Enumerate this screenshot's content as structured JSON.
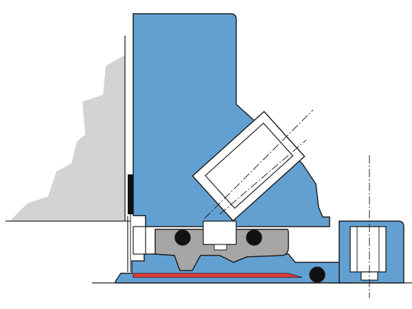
{
  "diagram": {
    "kind": "mechanical-seal-cross-section",
    "colors": {
      "background": "#ffffff",
      "housing_fill": "#63a0d2",
      "outline": "#1b1b1b",
      "wall_fill": "#d3d3d3",
      "seal_fill": "#a6a6a6",
      "gasket": "#e23a3a",
      "oring_fill": "#111111",
      "insert_fill": "#ffffff",
      "centerline": "#222222"
    },
    "parts": [
      {
        "id": "housing",
        "label": ""
      },
      {
        "id": "wall",
        "label": ""
      },
      {
        "id": "angled-insert",
        "label": ""
      },
      {
        "id": "seal-ring",
        "label": ""
      },
      {
        "id": "red-gasket",
        "label": ""
      },
      {
        "id": "o-ring",
        "label": ""
      },
      {
        "id": "bolt-block",
        "label": ""
      }
    ]
  }
}
